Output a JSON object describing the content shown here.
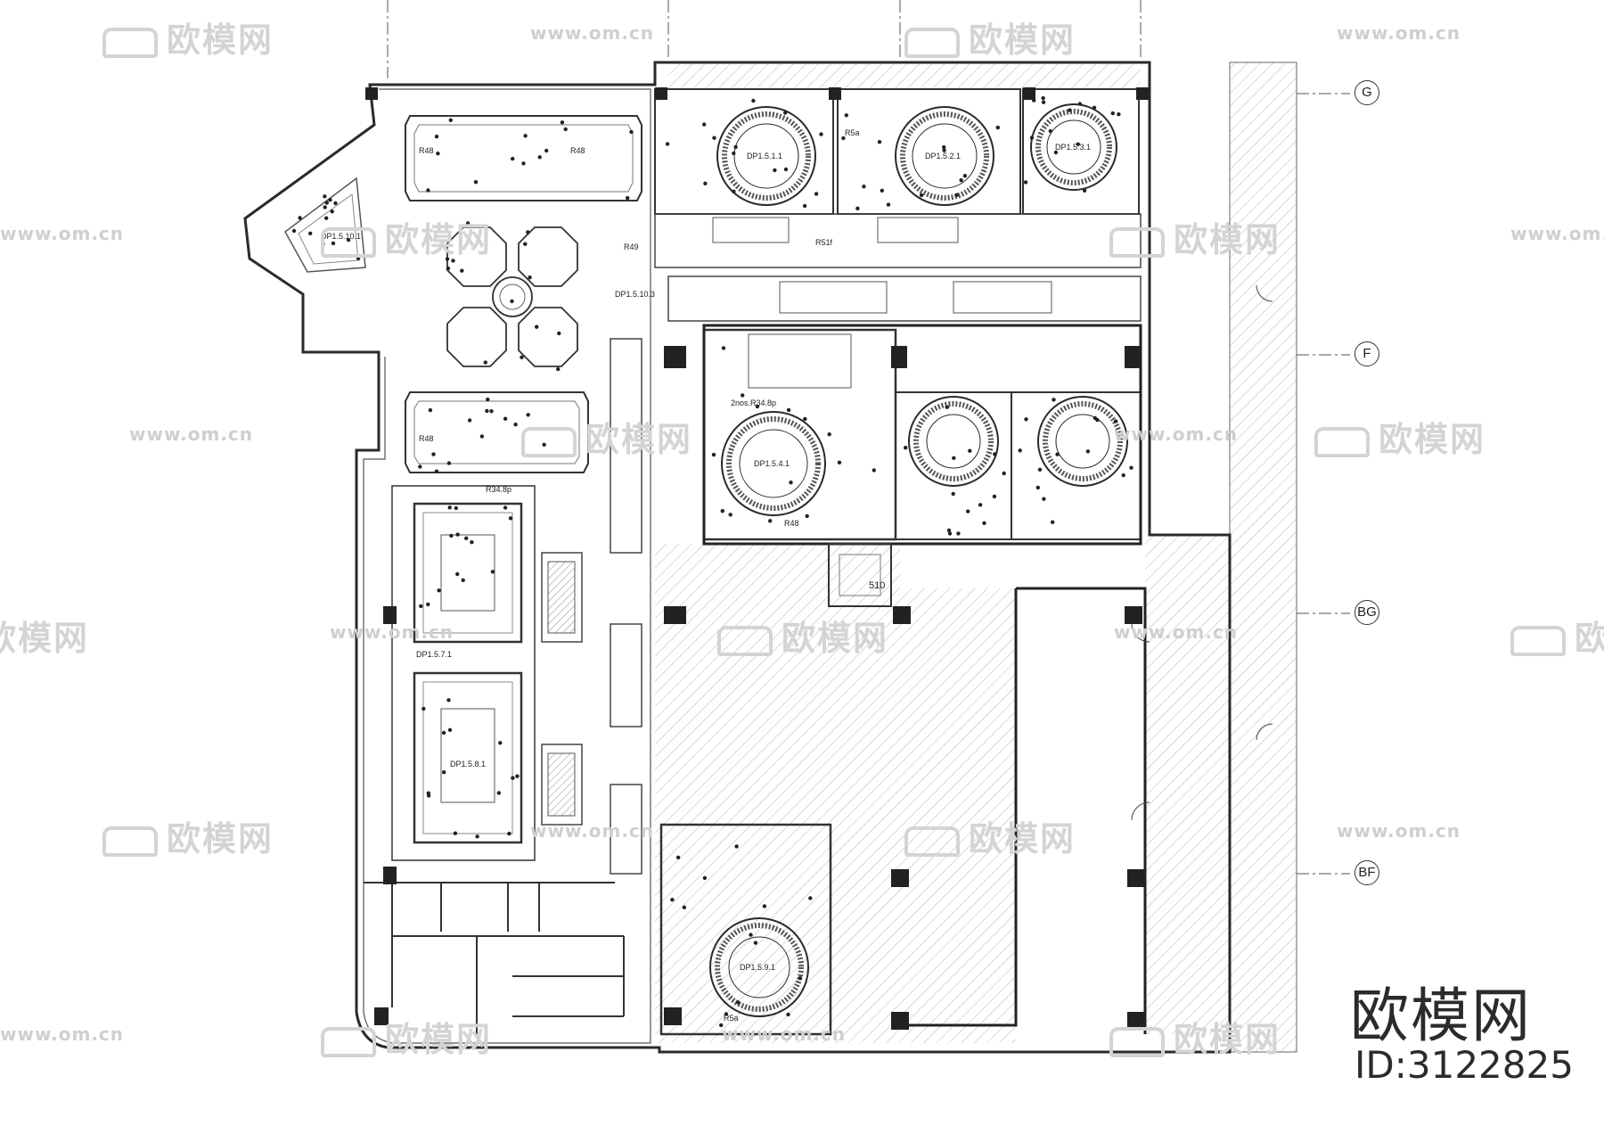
{
  "brand": {
    "mark": "欧模网",
    "id": "ID:3122825"
  },
  "watermark": {
    "logo_text": "欧模网",
    "url_text": "www.om.cn"
  },
  "grid_labels": [
    "G",
    "F",
    "BG",
    "BF"
  ],
  "room_codes": {
    "dp1": "DP1.5.1.1",
    "dp2": "DP1.5.2.1",
    "dp3": "DP1.5.3.1",
    "dp4": "DP1.5.4.1",
    "dp5": "DP1.5.10.1",
    "dp6": "DP1.5.10.3",
    "dp7": "DP1.5.7.1",
    "dp8": "DP1.5.8.1",
    "dp9": "DP1.5.9.1",
    "room_510": "510"
  },
  "tags": {
    "r48": "R48",
    "r5a": "R5a",
    "r49": "R49",
    "r51f": "R51f",
    "dim1": "2nos.R34.8p",
    "dim2": "R34.8p"
  },
  "colors": {
    "line": "#3a3a3a",
    "wall": "#2a2a2a",
    "hatch": "#9a9a9a",
    "watermark": "#d4d4d4"
  }
}
